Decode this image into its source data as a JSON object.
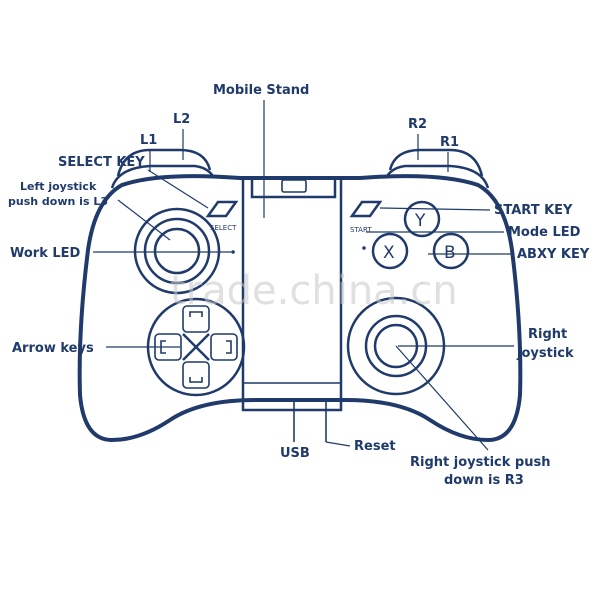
{
  "labels": {
    "mobile_stand": "Mobile Stand",
    "l2": "L2",
    "l1": "L1",
    "r2": "R2",
    "r1": "R1",
    "select_key": "SELECT KEY",
    "left_joystick_line1": "Left joystick",
    "left_joystick_line2": "push down is L3",
    "work_led": "Work LED",
    "arrow_keys": "Arrow keys",
    "start_key": "START KEY",
    "mode_led": "Mode LED",
    "abxy_key": "ABXY KEY",
    "right_joystick_line1": "Right",
    "right_joystick_line2": "joystick",
    "usb": "USB",
    "reset": "Reset",
    "r3_line1": "Right joystick push",
    "r3_line2": "down is R3"
  },
  "device_text": {
    "select": "SELECT",
    "start": "START",
    "y": "Y",
    "x": "X",
    "b": "B"
  },
  "watermark": "trade.china.cn",
  "colors": {
    "line": "#1f3a6b",
    "background": "#ffffff",
    "watermark": "#c8c8c8"
  }
}
